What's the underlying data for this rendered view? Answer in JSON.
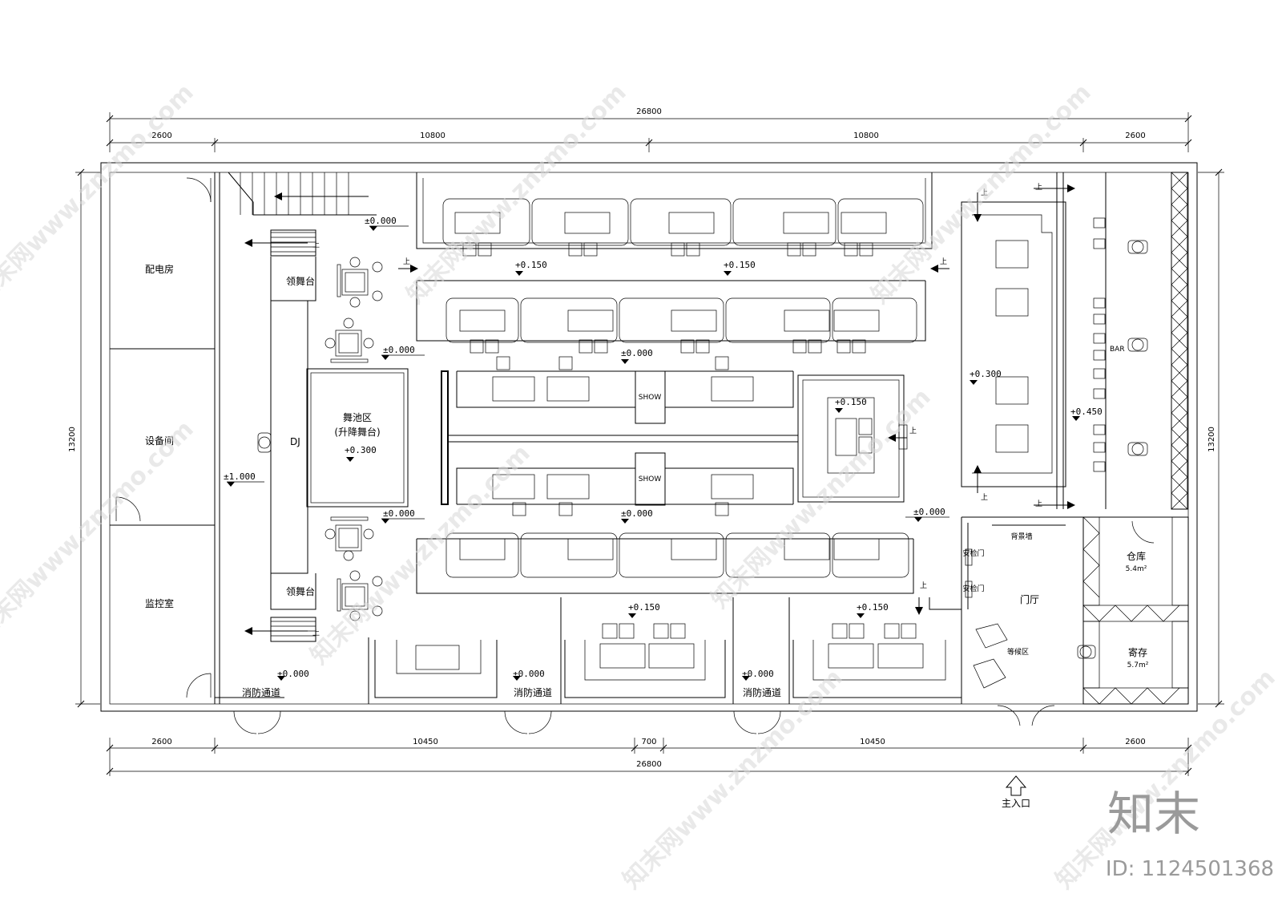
{
  "dimensions": {
    "top_total": "26800",
    "top_segments": [
      "2600",
      "10800",
      "10800",
      "2600"
    ],
    "bottom_segments": [
      "2600",
      "10450",
      "700",
      "10450",
      "2600"
    ],
    "bottom_total": "26800",
    "left_height": "13200",
    "right_height": "13200"
  },
  "rooms": {
    "power_room": "配电房",
    "equipment_room": "设备间",
    "monitor_room": "监控室",
    "lead_stage_top": "领舞台",
    "lead_stage_bottom": "领舞台",
    "dj": "DJ",
    "dance_floor_line1": "舞池区",
    "dance_floor_line2": "(升降舞台)",
    "show_top": "SHOW",
    "show_bottom": "SHOW",
    "bar": "BAR",
    "storage_name": "仓库",
    "storage_area": "5.4m²",
    "locker_name": "寄存",
    "locker_area": "5.7m²",
    "lobby": "门厅",
    "backdrop_wall": "背景墙",
    "security_door_1": "安检门",
    "security_door_2": "安检门",
    "waiting_area": "等候区",
    "fire_exit_1": "消防通道",
    "fire_exit_2": "消防通道",
    "fire_exit_3": "消防通道",
    "main_entrance": "主入口"
  },
  "levels": {
    "l_dj": "±1.000",
    "l_top_left": "±0.000",
    "l_mid_upper": "±0.000",
    "l_mid_lower": "±0.000",
    "l_center_top": "±0.000",
    "l_center_bottom": "±0.000",
    "l_right_mid": "±0.000",
    "l_booth_row1_a": "+0.150",
    "l_booth_row1_b": "+0.150",
    "l_vip": "+0.150",
    "l_dance": "+0.300",
    "l_bar_inner": "+0.300",
    "l_bar_counter": "+0.450",
    "l_bottom_booth_a": "+0.150",
    "l_bottom_booth_b": "+0.150",
    "l_exit1": "±0.000",
    "l_exit2": "±0.000",
    "l_exit3": "±0.000"
  },
  "stairs_label": "上",
  "watermark": "知末网www.znzmo.com",
  "brand": {
    "logo": "知末",
    "id": "ID: 1124501368"
  }
}
